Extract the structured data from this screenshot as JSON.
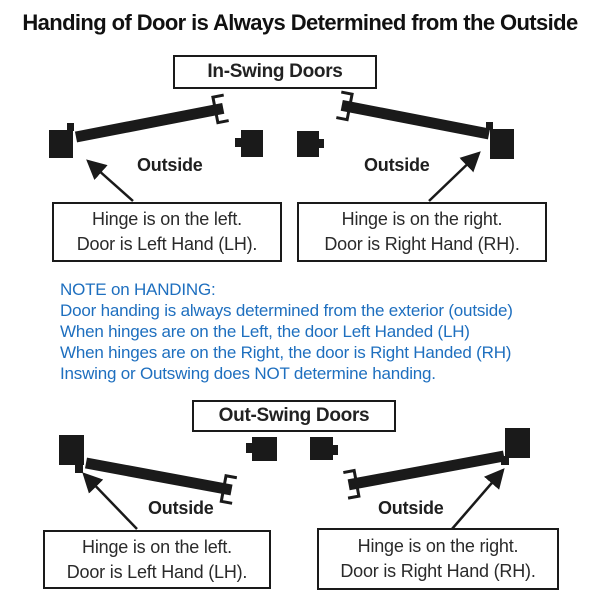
{
  "title": "Handing of Door is Always Determined from the Outside",
  "colors": {
    "ink": "#1a1a1a",
    "note_blue": "#1e6fbf",
    "background": "#ffffff"
  },
  "in_swing": {
    "heading": "In-Swing Doors",
    "left": {
      "outside_label": "Outside",
      "caption": [
        "Hinge is on the left.",
        "Door is Left Hand (LH)."
      ]
    },
    "right": {
      "outside_label": "Outside",
      "caption": [
        "Hinge is on the right.",
        "Door is Right Hand (RH)."
      ]
    }
  },
  "note": {
    "lines": [
      "NOTE on HANDING:",
      "Door handing is always determined from the exterior (outside)",
      "When hinges are on the Left, the door Left Handed (LH)",
      "When hinges are on the Right, the door is Right Handed (RH)",
      "Inswing or Outswing does NOT determine handing."
    ]
  },
  "out_swing": {
    "heading": "Out-Swing Doors",
    "left": {
      "outside_label": "Outside",
      "caption": [
        "Hinge is on the left.",
        "Door is Left Hand (LH)."
      ]
    },
    "right": {
      "outside_label": "Outside",
      "caption": [
        "Hinge is on the right.",
        "Door is Right Hand (RH)."
      ]
    }
  }
}
